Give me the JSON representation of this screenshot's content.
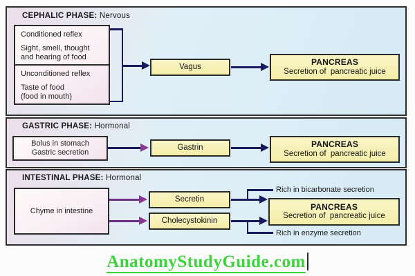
{
  "page": {
    "watermark": "AnatomyStudyGuide.com"
  },
  "colors": {
    "box_yellow": "#f6f0b2",
    "stimulus_pink": "#f8eef4",
    "section_cyan": "#d9edf6",
    "section_pink_tint": "#ecdfe9",
    "arrow_navy": "#191a5e",
    "arrow_purple": "#8a3894",
    "watermark_green": "#3bd43b"
  },
  "sections": {
    "cephalic": {
      "title": "CEPHALIC PHASE:",
      "subtitle": "Nervous",
      "stimulus": {
        "conditioned_title": "Conditioned reflex",
        "conditioned_line1": "Sight, smell, thought",
        "conditioned_line2": "and hearing of food",
        "unconditioned_title": "Unconditioned reflex",
        "unconditioned_line1": "Taste of food",
        "unconditioned_line2": "(food in mouth)"
      },
      "mediator": "Vagus",
      "target": {
        "title": "PANCREAS",
        "subtitle": "Secretion of  pancreatic juice"
      }
    },
    "gastric": {
      "title": "GASTRIC PHASE:",
      "subtitle": "Hormonal",
      "stimulus_line1": "Bolus in stomach",
      "stimulus_line2": "Gastric secretion",
      "mediator": "Gastrin",
      "target": {
        "title": "PANCREAS",
        "subtitle": "Secretion of  pancreatic juice"
      }
    },
    "intestinal": {
      "title": "INTESTINAL PHASE:",
      "subtitle": "Hormonal",
      "stimulus": "Chyme in intestine",
      "mediator1": "Secretin",
      "mediator2": "Cholecystokinin",
      "note_top": "Rich in bicarbonate secretion",
      "note_bottom": "Rich in enzyme secretion",
      "target": {
        "title": "PANCREAS",
        "subtitle": "Secretion of  pancreatic juice"
      }
    }
  }
}
